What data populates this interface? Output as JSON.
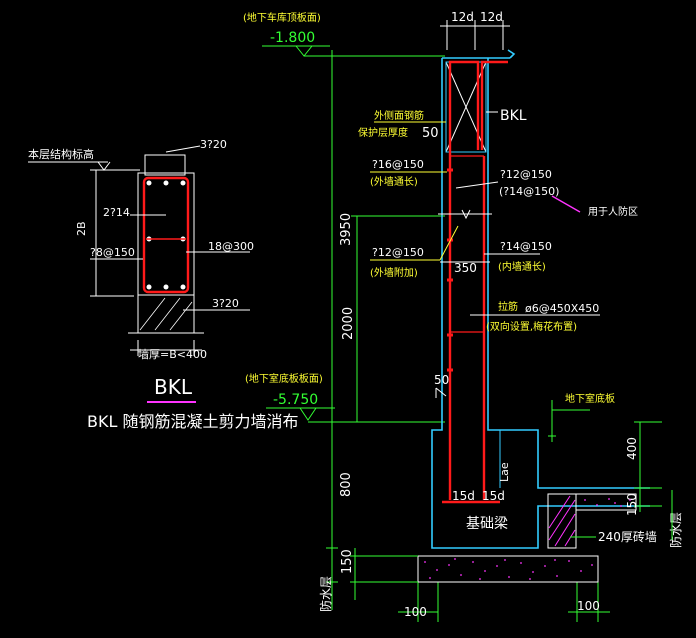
{
  "elevations": {
    "top_note": "(地下车库顶板面)",
    "top_value": "-1.800",
    "bottom_note": "(地下室底板板面)",
    "bottom_value": "-5.750"
  },
  "section": {
    "floor_ref": "本层结构标高",
    "top_bars": "3?20",
    "side_bars": "2?14",
    "stirrup_left": "?8@150",
    "tie": "18@300",
    "bottom_bars": "3?20",
    "height_label": "2B",
    "thickness_note": "墙厚=B<400",
    "title_code": "BKL",
    "title_full": "BKL 随钢筋混凝土剪力墙消布"
  },
  "wall": {
    "lap_left": "12d",
    "lap_right": "12d",
    "cover_label": "外侧面钢筋",
    "cover_label2": "保护层厚度",
    "cover_value": "50",
    "bkl_label": "BKL",
    "vert_outer_top": "?16@150",
    "vert_outer_top_note": "(外墙通长)",
    "vert_inner_top": "?12@150",
    "vert_inner_top_alt": "(?14@150)",
    "civil_defense_note": "用于人防区",
    "vert_outer_add": "?12@150",
    "vert_outer_add_note": "(外墙附加)",
    "vert_inner": "?14@150",
    "vert_inner_note": "(内墙通长)",
    "thickness": "350",
    "ties_label": "拉筋",
    "ties_spec": "ø6@450X450",
    "ties_note": "(双向设置,梅花布置)",
    "cover_bottom": "50",
    "basement_slab": "地下室底板",
    "lae": "Lae",
    "anchor_left": "15d",
    "anchor_right": "15d",
    "foundation_beam": "基础梁",
    "brick_wall": "240厚砖墙",
    "waterproof_left": "防水层",
    "waterproof_right": "防水层"
  },
  "dimensions": {
    "h_total": "3950",
    "h_lower": "2000",
    "h_foundation": "800",
    "h_cushion": "150",
    "slab_400": "400",
    "slab_150": "150",
    "offset_left": "100",
    "offset_right": "100"
  }
}
